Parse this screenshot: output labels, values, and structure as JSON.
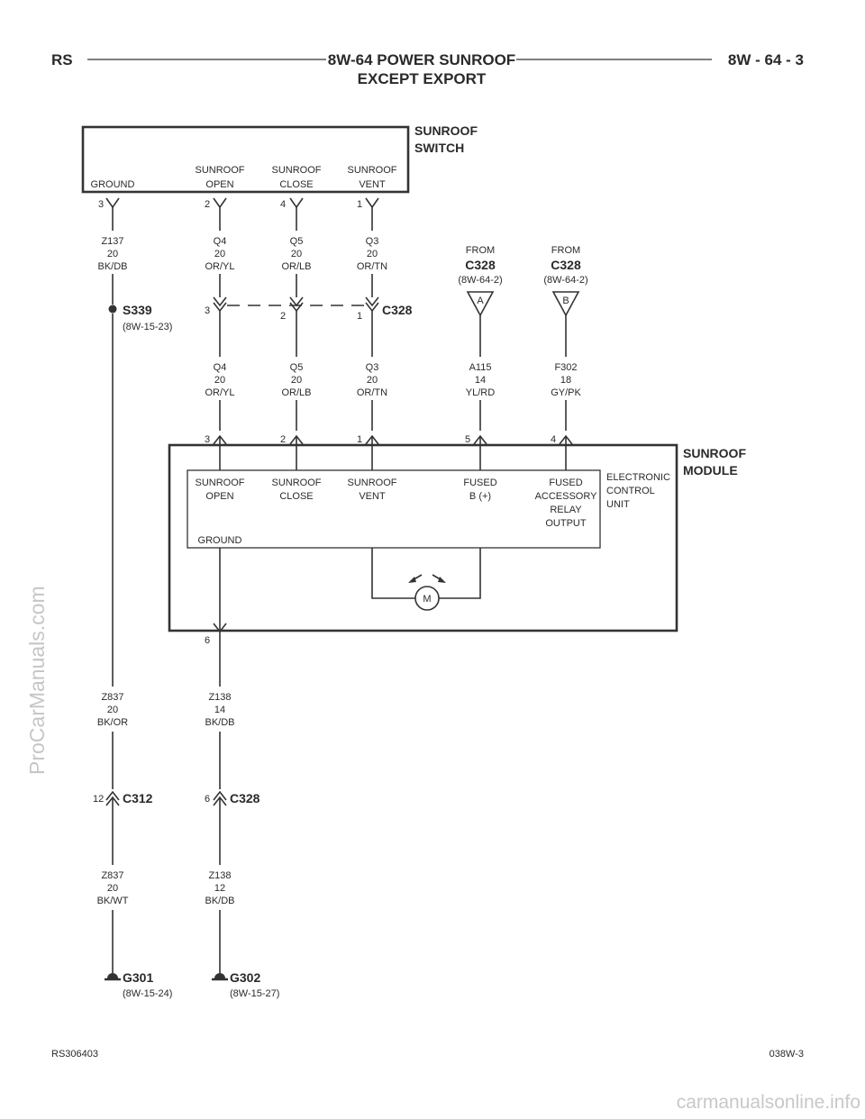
{
  "header": {
    "left": "RS",
    "title_line1": "8W-64 POWER SUNROOF",
    "title_line2": "EXCEPT EXPORT",
    "right": "8W - 64 - 3"
  },
  "switch": {
    "name_line1": "SUNROOF",
    "name_line2": "SWITCH",
    "ground": "GROUND",
    "open": [
      "SUNROOF",
      "OPEN"
    ],
    "close": [
      "SUNROOF",
      "CLOSE"
    ],
    "vent": [
      "SUNROOF",
      "VENT"
    ],
    "pins": {
      "ground": "3",
      "open": "2",
      "close": "4",
      "vent": "1"
    }
  },
  "wires_upper": [
    {
      "circuit": "Z137",
      "gauge": "20",
      "color": "BK/DB"
    },
    {
      "circuit": "Q4",
      "gauge": "20",
      "color": "OR/YL"
    },
    {
      "circuit": "Q5",
      "gauge": "20",
      "color": "OR/LB"
    },
    {
      "circuit": "Q3",
      "gauge": "20",
      "color": "OR/TN"
    }
  ],
  "from": [
    {
      "label": "FROM",
      "connector": "C328",
      "ref": "(8W-64-2)",
      "pin": "A"
    },
    {
      "label": "FROM",
      "connector": "C328",
      "ref": "(8W-64-2)",
      "pin": "B"
    }
  ],
  "splice": {
    "name": "S339",
    "ref": "(8W-15-23)"
  },
  "c328_mid": {
    "name": "C328",
    "pins": [
      "3",
      "2",
      "1"
    ]
  },
  "wires_mid": [
    {
      "circuit": "Q4",
      "gauge": "20",
      "color": "OR/YL"
    },
    {
      "circuit": "Q5",
      "gauge": "20",
      "color": "OR/LB"
    },
    {
      "circuit": "Q3",
      "gauge": "20",
      "color": "OR/TN"
    },
    {
      "circuit": "A115",
      "gauge": "14",
      "color": "YL/RD"
    },
    {
      "circuit": "F302",
      "gauge": "18",
      "color": "GY/PK"
    }
  ],
  "module_pins": [
    "3",
    "2",
    "1",
    "5",
    "4",
    "6"
  ],
  "module": {
    "name_line1": "SUNROOF",
    "name_line2": "MODULE",
    "ecu": [
      "ELECTRONIC",
      "CONTROL",
      "UNIT"
    ],
    "open": [
      "SUNROOF",
      "OPEN"
    ],
    "close": [
      "SUNROOF",
      "CLOSE"
    ],
    "vent": [
      "SUNROOF",
      "VENT"
    ],
    "fused_b": [
      "FUSED",
      "B (+)"
    ],
    "fused_acc": [
      "FUSED",
      "ACCESSORY",
      "RELAY",
      "OUTPUT"
    ],
    "ground": "GROUND",
    "motor": "M"
  },
  "wires_lower1": [
    {
      "circuit": "Z837",
      "gauge": "20",
      "color": "BK/OR"
    },
    {
      "circuit": "Z138",
      "gauge": "14",
      "color": "BK/DB"
    }
  ],
  "connectors_lower": [
    {
      "pin": "12",
      "name": "C312"
    },
    {
      "pin": "6",
      "name": "C328"
    }
  ],
  "wires_lower2": [
    {
      "circuit": "Z837",
      "gauge": "20",
      "color": "BK/WT"
    },
    {
      "circuit": "Z138",
      "gauge": "12",
      "color": "BK/DB"
    }
  ],
  "grounds": [
    {
      "name": "G301",
      "ref": "(8W-15-24)"
    },
    {
      "name": "G302",
      "ref": "(8W-15-27)"
    }
  ],
  "footer": {
    "left": "RS306403",
    "right": "038W-3"
  },
  "watermarks": {
    "side": "ProCarManuals.com",
    "bottom": "carmanualsonline.info"
  }
}
